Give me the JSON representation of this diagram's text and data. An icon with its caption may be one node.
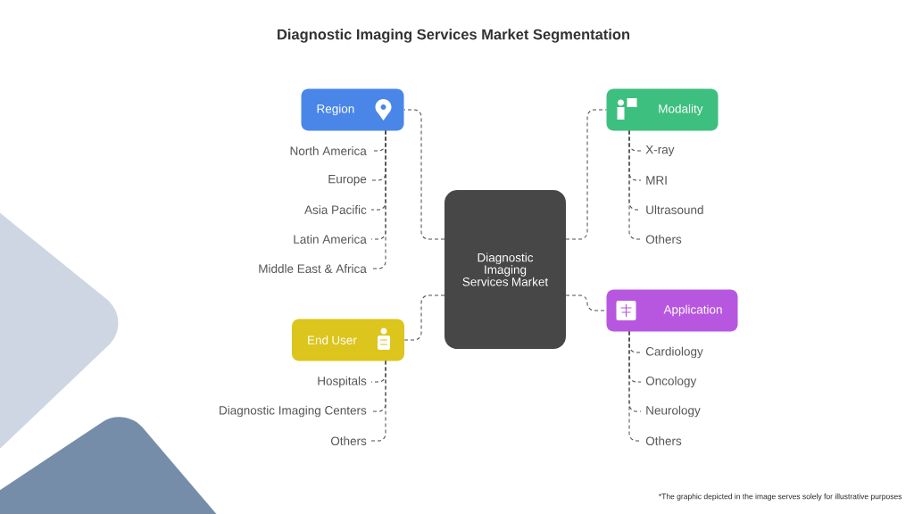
{
  "diagram": {
    "title": "Diagnostic Imaging Services Market Segmentation",
    "nodes": [
      {
        "text": [
          "Diagnostic Imaging Services Market"
        ]
      },
      {
        "text": [
          "Region"
        ]
      },
      {
        "text": [
          "North America"
        ]
      },
      {
        "text": [
          "Europe"
        ]
      },
      {
        "text": [
          "Asia Pacific"
        ]
      },
      {
        "text": [
          "Latin America"
        ]
      },
      {
        "text": [
          "Middle East & Africa"
        ]
      },
      {
        "text": [
          "Modality"
        ]
      },
      {
        "text": [
          "X-ray"
        ]
      },
      {
        "text": [
          "MRI"
        ]
      },
      {
        "text": [
          "Ultrasound"
        ]
      },
      {
        "text": [
          "Others"
        ]
      },
      {
        "text": [
          "End User"
        ]
      },
      {
        "text": [
          "Hospitals"
        ]
      },
      {
        "text": [
          "Diagnostic Imaging Centers"
        ]
      },
      {
        "text": [
          "Others"
        ]
      },
      {
        "text": [
          "Application"
        ]
      },
      {
        "text": [
          "Cardiology"
        ]
      },
      {
        "text": [
          "Oncology"
        ]
      },
      {
        "text": [
          "Neurology"
        ]
      },
      {
        "text": [
          "Others"
        ]
      }
    ],
    "edges": [
      {
        "from": 0,
        "to": 1,
        "arrow": "none",
        "style": "dashed"
      },
      {
        "from": 1,
        "to": 2,
        "arrow": "none",
        "style": "dashed"
      },
      {
        "from": 1,
        "to": 3,
        "arrow": "none",
        "style": "dashed"
      },
      {
        "from": 1,
        "to": 4,
        "arrow": "none",
        "style": "dashed"
      },
      {
        "from": 1,
        "to": 5,
        "arrow": "none",
        "style": "dashed"
      },
      {
        "from": 1,
        "to": 6,
        "arrow": "none",
        "style": "dashed"
      },
      {
        "from": 0,
        "to": 7,
        "arrow": "none",
        "style": "dashed"
      },
      {
        "from": 7,
        "to": 8,
        "arrow": "none",
        "style": "dashed"
      },
      {
        "from": 7,
        "to": 9,
        "arrow": "none",
        "style": "dashed"
      },
      {
        "from": 7,
        "to": 10,
        "arrow": "none",
        "style": "dashed"
      },
      {
        "from": 7,
        "to": 11,
        "arrow": "none",
        "style": "dashed"
      },
      {
        "from": 0,
        "to": 12,
        "arrow": "none",
        "style": "dashed"
      },
      {
        "from": 12,
        "to": 13,
        "arrow": "none",
        "style": "dashed"
      },
      {
        "from": 12,
        "to": 14,
        "arrow": "none",
        "style": "dashed"
      },
      {
        "from": 12,
        "to": 15,
        "arrow": "none",
        "style": "dashed"
      },
      {
        "from": 0,
        "to": 16,
        "arrow": "none",
        "style": "dashed"
      },
      {
        "from": 16,
        "to": 17,
        "arrow": "none",
        "style": "dashed"
      },
      {
        "from": 16,
        "to": 18,
        "arrow": "none",
        "style": "dashed"
      },
      {
        "from": 16,
        "to": 19,
        "arrow": "none",
        "style": "dashed"
      },
      {
        "from": 16,
        "to": 20,
        "arrow": "none",
        "style": "dashed"
      }
    ],
    "labels": [
      "*The graphic depicted in the image serves solely for illustrative purposes"
    ]
  }
}
